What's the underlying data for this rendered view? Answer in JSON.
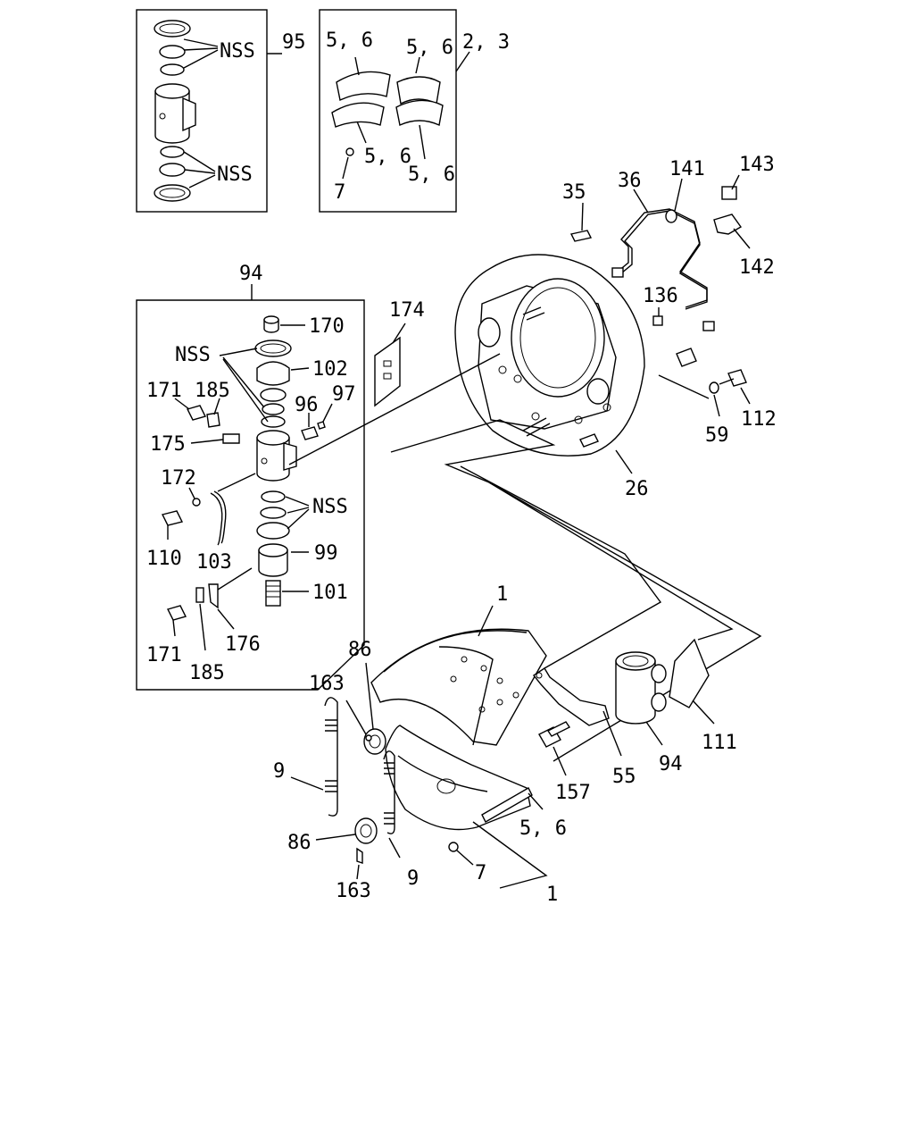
{
  "labels": {
    "l95": "95",
    "l23": "2, 3",
    "nss_a": "NSS",
    "nss_b": "NSS",
    "nss_c": "NSS",
    "nss_d": "NSS",
    "l56_a": "5, 6",
    "l56_b": "5, 6",
    "l56_c": "5, 6",
    "l56_d": "5, 6",
    "l56_e": "5, 6",
    "l7_a": "7",
    "l7_b": "7",
    "l35": "35",
    "l36": "36",
    "l141": "141",
    "l143": "143",
    "l142": "142",
    "l94_a": "94",
    "l94_b": "94",
    "l174": "174",
    "l170": "170",
    "l102": "102",
    "l171_a": "171",
    "l171_b": "171",
    "l185_a": "185",
    "l185_b": "185",
    "l96": "96",
    "l97": "97",
    "l175": "175",
    "l172": "172",
    "l110": "110",
    "l103": "103",
    "l99": "99",
    "l101": "101",
    "l176": "176",
    "l136": "136",
    "l59": "59",
    "l112": "112",
    "l26": "26",
    "l1_a": "1",
    "l1_b": "1",
    "l86_a": "86",
    "l86_b": "86",
    "l163_a": "163",
    "l163_b": "163",
    "l9_a": "9",
    "l9_b": "9",
    "l157": "157",
    "l55": "55",
    "l111": "111"
  }
}
